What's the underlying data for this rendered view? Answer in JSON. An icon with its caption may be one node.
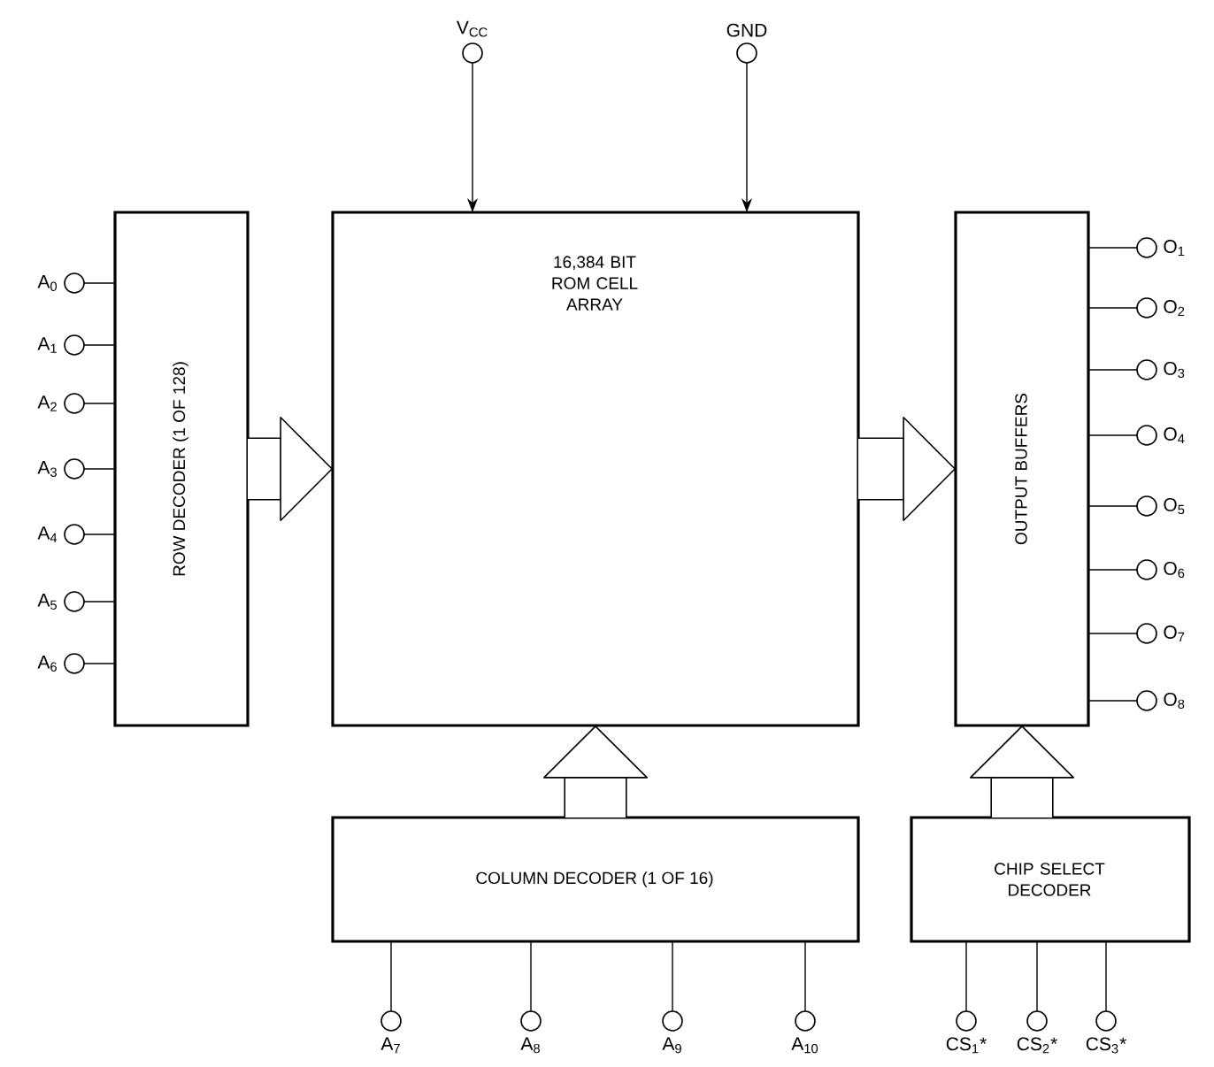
{
  "diagram": {
    "nodes": [
      {
        "text": [],
        "shape": "circle",
        "beside": [
          "V$_{CC}$"
        ]
      },
      {
        "text": [],
        "shape": "circle",
        "beside": [
          "GND"
        ]
      },
      {
        "text": [
          "ROW DECODER (1 OF 128)"
        ]
      },
      {
        "text": [
          "16,384 BIT ROM CELL ARRAY"
        ]
      },
      {
        "text": [
          "OUTPUT BUFFERS"
        ]
      },
      {
        "text": [],
        "shape": "circle",
        "beside": [
          "A$_{0}$"
        ]
      },
      {
        "text": [],
        "shape": "circle",
        "beside": [
          "A$_{1}$"
        ]
      },
      {
        "text": [],
        "shape": "circle",
        "beside": [
          "A$_{2}$"
        ]
      },
      {
        "text": [],
        "shape": "circle",
        "beside": [
          "A$_{3}$"
        ]
      },
      {
        "text": [],
        "shape": "circle",
        "beside": [
          "A$_{4}$"
        ]
      },
      {
        "text": [],
        "shape": "circle",
        "beside": [
          "A$_{5}$"
        ]
      },
      {
        "text": [],
        "shape": "circle",
        "beside": [
          "A$_{6}$"
        ]
      },
      {
        "text": [],
        "shape": "circle",
        "beside": [
          "O$_{1}$"
        ]
      },
      {
        "text": [],
        "shape": "circle",
        "beside": [
          "O$_{2}$"
        ]
      },
      {
        "text": [],
        "shape": "circle",
        "beside": [
          "O$_{3}$"
        ]
      },
      {
        "text": [],
        "shape": "circle",
        "beside": [
          "O$_{4}$"
        ]
      },
      {
        "text": [],
        "shape": "circle",
        "beside": [
          "O$_{5}$"
        ]
      },
      {
        "text": [],
        "shape": "circle",
        "beside": [
          "O$_{6}$"
        ]
      },
      {
        "text": [],
        "shape": "circle",
        "beside": [
          "O$_{7}$"
        ]
      },
      {
        "text": [],
        "shape": "circle",
        "beside": [
          "O$_{8}$"
        ]
      },
      {
        "text": [
          "COLUMN DECODER (1 OF 16)"
        ]
      },
      {
        "text": [
          "CHIP SELECT DECODER"
        ]
      },
      {
        "text": [],
        "shape": "circle",
        "beside": [
          "A$_{7}$"
        ]
      },
      {
        "text": [],
        "shape": "circle",
        "beside": [
          "A$_{8}$"
        ]
      },
      {
        "text": [],
        "shape": "circle",
        "beside": [
          "A$_{9}$"
        ]
      },
      {
        "text": [],
        "shape": "circle",
        "beside": [
          "A$_{10}$"
        ]
      },
      {
        "text": [],
        "shape": "circle",
        "beside": [
          "CS$_{1}$*"
        ]
      },
      {
        "text": [],
        "shape": "circle",
        "beside": [
          "CS$_{2}$*"
        ]
      },
      {
        "text": [],
        "shape": "circle",
        "beside": [
          "CS$_{3}$*"
        ]
      }
    ],
    "edges": [
      {
        "from": 0,
        "to": 3,
        "arrow": "to"
      },
      {
        "from": 1,
        "to": 3,
        "arrow": "to"
      },
      {
        "from": 5,
        "to": 2,
        "arrow": "none"
      },
      {
        "from": 6,
        "to": 2,
        "arrow": "none"
      },
      {
        "from": 7,
        "to": 2,
        "arrow": "none"
      },
      {
        "from": 8,
        "to": 2,
        "arrow": "none"
      },
      {
        "from": 9,
        "to": 2,
        "arrow": "none"
      },
      {
        "from": 10,
        "to": 2,
        "arrow": "none"
      },
      {
        "from": 11,
        "to": 2,
        "arrow": "none"
      },
      {
        "from": 2,
        "to": 3,
        "arrow": "to",
        "style": "thick"
      },
      {
        "from": 3,
        "to": 4,
        "arrow": "to",
        "style": "thick"
      },
      {
        "from": 4,
        "to": 12,
        "arrow": "none"
      },
      {
        "from": 4,
        "to": 13,
        "arrow": "none"
      },
      {
        "from": 4,
        "to": 14,
        "arrow": "none"
      },
      {
        "from": 4,
        "to": 15,
        "arrow": "none"
      },
      {
        "from": 4,
        "to": 16,
        "arrow": "none"
      },
      {
        "from": 4,
        "to": 17,
        "arrow": "none"
      },
      {
        "from": 4,
        "to": 18,
        "arrow": "none"
      },
      {
        "from": 4,
        "to": 19,
        "arrow": "none"
      },
      {
        "from": 20,
        "to": 3,
        "arrow": "to",
        "style": "thick"
      },
      {
        "from": 21,
        "to": 4,
        "arrow": "to",
        "style": "thick"
      },
      {
        "from": 22,
        "to": 20,
        "arrow": "none"
      },
      {
        "from": 23,
        "to": 20,
        "arrow": "none"
      },
      {
        "from": 24,
        "to": 20,
        "arrow": "none"
      },
      {
        "from": 25,
        "to": 20,
        "arrow": "none"
      },
      {
        "from": 26,
        "to": 21,
        "arrow": "none"
      },
      {
        "from": 27,
        "to": 21,
        "arrow": "none"
      },
      {
        "from": 28,
        "to": 21,
        "arrow": "none"
      }
    ]
  }
}
